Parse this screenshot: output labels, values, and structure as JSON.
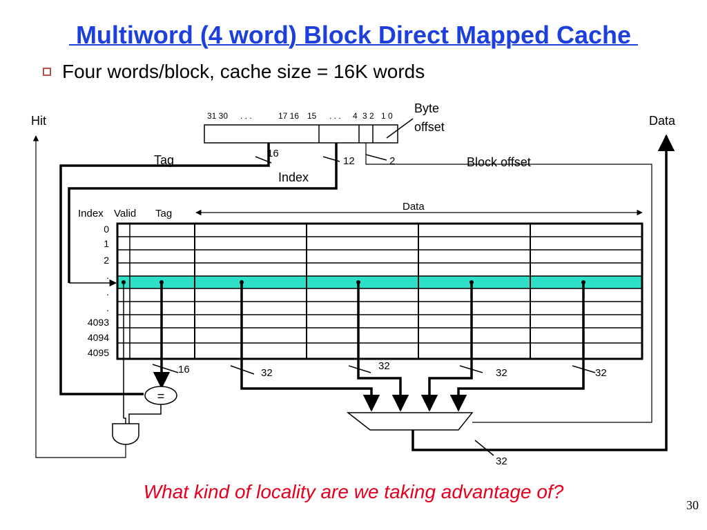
{
  "title": " Multiword (4 word) Block Direct Mapped Cache ",
  "bullet": "Four  words/block, cache size = 16K words",
  "question": "What kind of locality are we taking advantage of?",
  "page_number": "30",
  "colors": {
    "title": "#1d3fdc",
    "bullet_marker": "#c0504d",
    "question": "#e6001e",
    "highlight_row": "#2fe0c8"
  },
  "diagram": {
    "hit_label": "Hit",
    "data_label": "Data",
    "byte_offset_label_line1": "Byte",
    "byte_offset_label_line2": "offset",
    "address_bits": {
      "b31_30": "31 30",
      "dots1": ". . .",
      "b17_16": "17 16",
      "b15": "15",
      "dots2": ". . .",
      "b4": "4",
      "b3_2": "3 2",
      "b1_0": "1 0"
    },
    "tag_label": "Tag",
    "index_label": "Index",
    "block_offset_label": "Block offset",
    "tag_width": "16",
    "index_width": "12",
    "block_offset_width": "2",
    "table_headers": {
      "index": "Index",
      "valid": "Valid",
      "tag": "Tag",
      "data": "Data"
    },
    "row_indices": [
      "0",
      "1",
      "2",
      ".",
      ".",
      ".",
      "4093",
      "4094",
      "4095"
    ],
    "compare_symbol": "=",
    "bus_widths": {
      "tag_out": "16",
      "word0": "32",
      "word1": "32",
      "word2": "32",
      "word3": "32",
      "data_out": "32"
    }
  }
}
